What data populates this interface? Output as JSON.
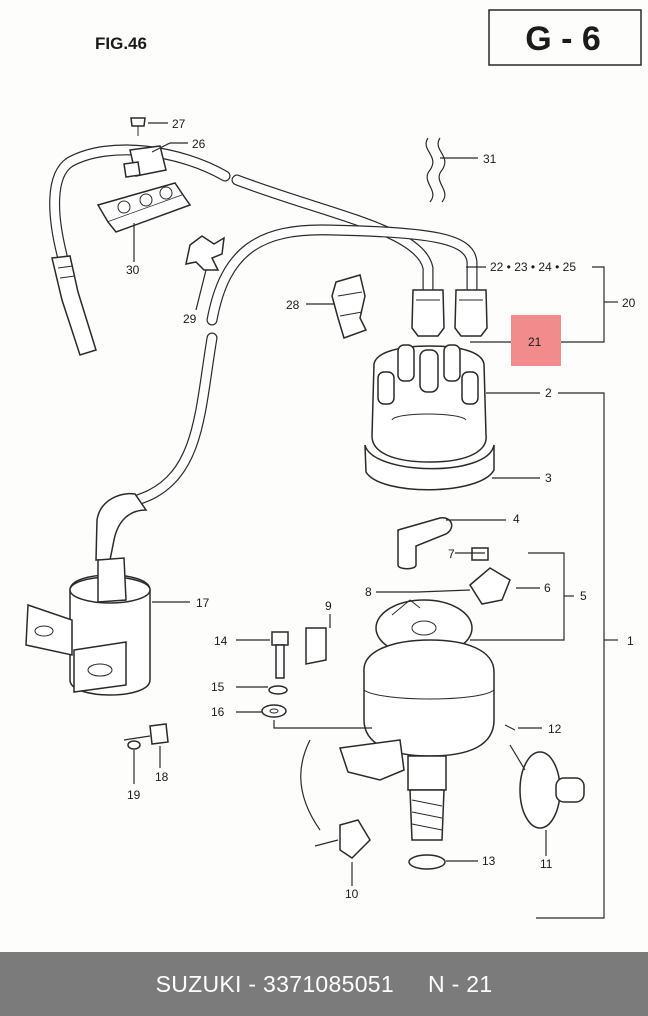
{
  "figure_label": "FIG.46",
  "section_code": "G - 6",
  "highlight_part": "21",
  "part_labels": [
    "1",
    "2",
    "3",
    "4",
    "5",
    "6",
    "7",
    "8",
    "9",
    "10",
    "11",
    "12",
    "13",
    "14",
    "15",
    "16",
    "17",
    "18",
    "19",
    "20",
    "21",
    "22 • 23 • 24 • 25",
    "26",
    "27",
    "28",
    "29",
    "30",
    "31"
  ],
  "footer": {
    "brand_part": "SUZUKI - 3371085051",
    "ref": "N - 21"
  },
  "colors": {
    "highlight": "#f28b8b",
    "footer_bg": "#7b7b7b"
  }
}
